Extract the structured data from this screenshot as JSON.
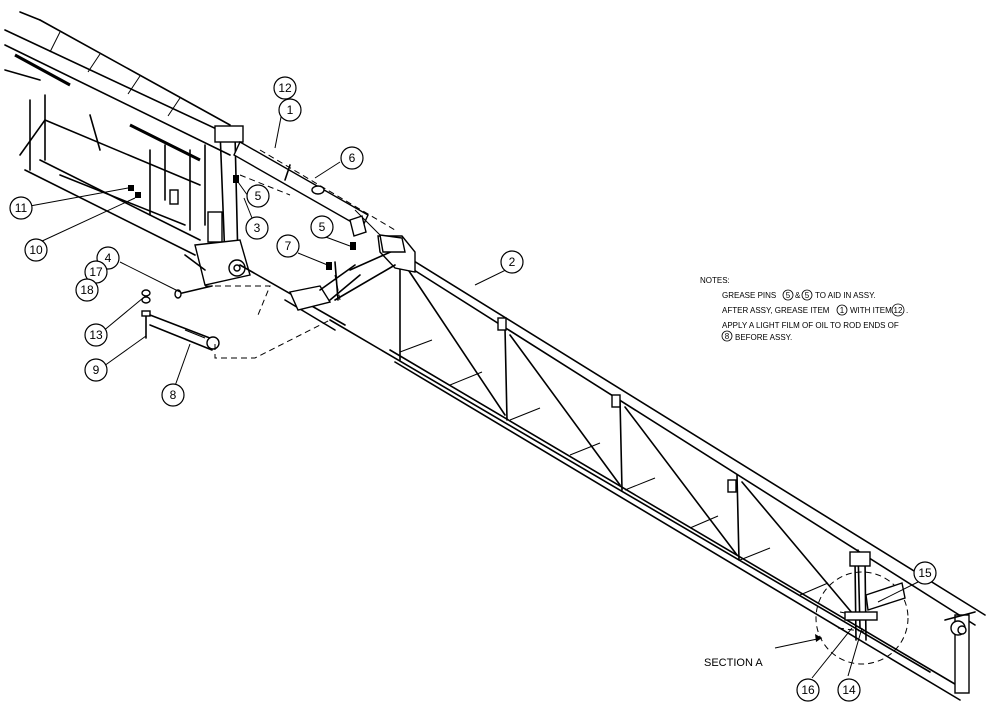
{
  "callouts": {
    "c1": "1",
    "c2": "2",
    "c3": "3",
    "c4": "4",
    "c5a": "5",
    "c5b": "5",
    "c6": "6",
    "c7": "7",
    "c8": "8",
    "c9": "9",
    "c10": "10",
    "c11": "11",
    "c12": "12",
    "c13": "13",
    "c14": "14",
    "c15": "15",
    "c16": "16",
    "c17": "17",
    "c18": "18"
  },
  "notes": {
    "heading": "NOTES:",
    "line1a": "GREASE PINS",
    "ref1a": "5",
    "line1b": "&",
    "ref1b": "5",
    "line1c": "TO AID IN ASSY.",
    "line2a": "AFTER ASSY, GREASE ITEM",
    "ref2a": "1",
    "line2b": "WITH ITEM",
    "ref2b": "12",
    "line2c": ".",
    "line3": "APPLY A LIGHT FILM OF OIL TO ROD ENDS OF",
    "ref3": "8",
    "line4": "BEFORE ASSY."
  },
  "section_label": "SECTION A"
}
